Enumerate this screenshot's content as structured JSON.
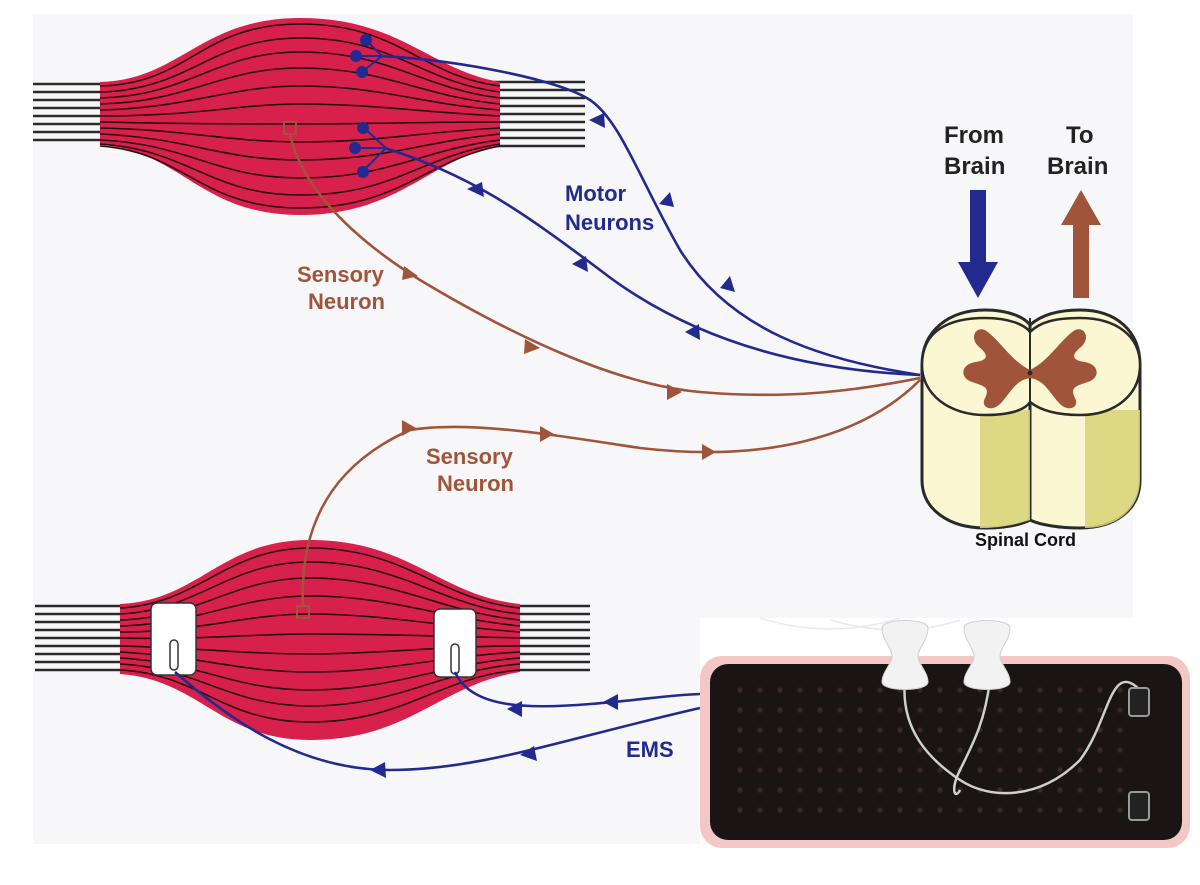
{
  "labels": {
    "motor_neurons": [
      "Motor",
      "Neurons"
    ],
    "sensory_neuron_top": [
      "Sensory",
      "Neuron"
    ],
    "sensory_neuron_bottom": [
      "Sensory",
      "Neuron"
    ],
    "from_brain": [
      "From",
      "Brain"
    ],
    "to_brain": [
      "To",
      "Brain"
    ],
    "spinal_cord": "Spinal Cord",
    "ems": "EMS"
  },
  "colors": {
    "motor": "#232a8f",
    "sensory": "#a0553a",
    "muscle": "#d8204c",
    "tendon": "#2a2a2a",
    "white_matter": "#fbf7d2",
    "grey_matter": "#a0553a",
    "device": "#1b1414",
    "background_panel": "#f7f7f9"
  },
  "icons": {
    "down_arrow": "from-brain-arrow-icon",
    "up_arrow": "to-brain-arrow-icon"
  }
}
